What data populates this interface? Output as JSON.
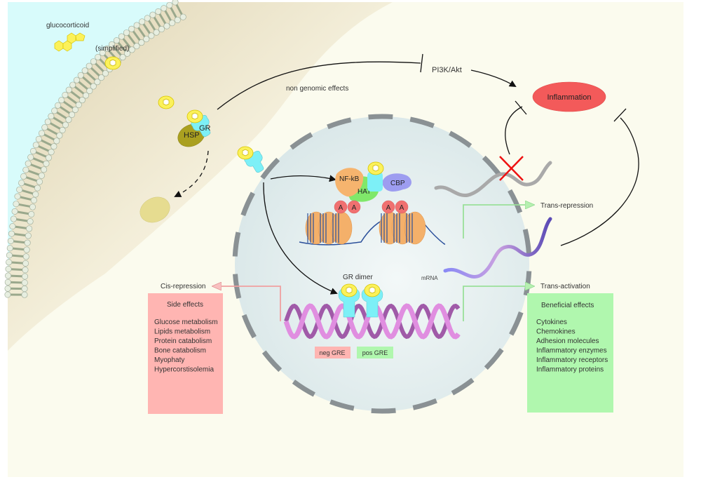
{
  "diagram": {
    "title": "Glucocorticoid receptor signaling",
    "colors": {
      "background": "#fbfbee",
      "extracellular": "#d8fbfb",
      "cytoplasm": "#e7dcc0",
      "nucleus": "#e0eced",
      "nuclear_envelope": "#8a9194",
      "glucocorticoid": "#fbf15a",
      "gr": "#7df0f7",
      "hsp": "#aaa020",
      "inflammation": "#f35a5a",
      "side_effects_box": "#ffb5b2",
      "beneficial_box": "#b0f7ae",
      "dna": "#dd88dd",
      "mrna": "#7777ee",
      "acetyl": "#f07070",
      "nucleosome": "#f4b06a",
      "nfkb": "#f6b46e",
      "hat": "#80e86a",
      "cbp": "#9d9df0",
      "inhibition_x": "#ee1111",
      "green_arrow": "#9ae09a",
      "pink_arrow": "#f0a0a0"
    },
    "labels": {
      "glucocorticoid": "glucocorticoid",
      "simplified": "(simplified)",
      "gr": "GR",
      "hsp": "HSP",
      "non_genomic": "non genomic effects",
      "pi3k": "PI3K/Akt",
      "inflammation": "Inflammation",
      "nfkb": "NF-kB",
      "hat": "HAT",
      "cbp": "CBP",
      "acetyl": "A",
      "trans_repression": "Trans-repression",
      "trans_activation": "Trans-activation",
      "cis_repression": "Cis-repression",
      "mrna": "mRNA",
      "gr_dimer": "GR dimer",
      "neg_gre": "neg GRE",
      "pos_gre": "pos GRE"
    },
    "side_effects": {
      "title": "Side effects",
      "items": [
        "Glucose metabolism",
        "Lipids metabolism",
        "Protein catabolism",
        "Bone catabolism",
        "Myophaty",
        "Hypercorstisolemia"
      ]
    },
    "beneficial_effects": {
      "title": "Beneficial effects",
      "items": [
        "Cytokines",
        "Chemokines",
        "Adhesion molecules",
        "Inflammatory enzymes",
        "Inflammatory receptors",
        "Inflammatory proteins"
      ]
    }
  }
}
